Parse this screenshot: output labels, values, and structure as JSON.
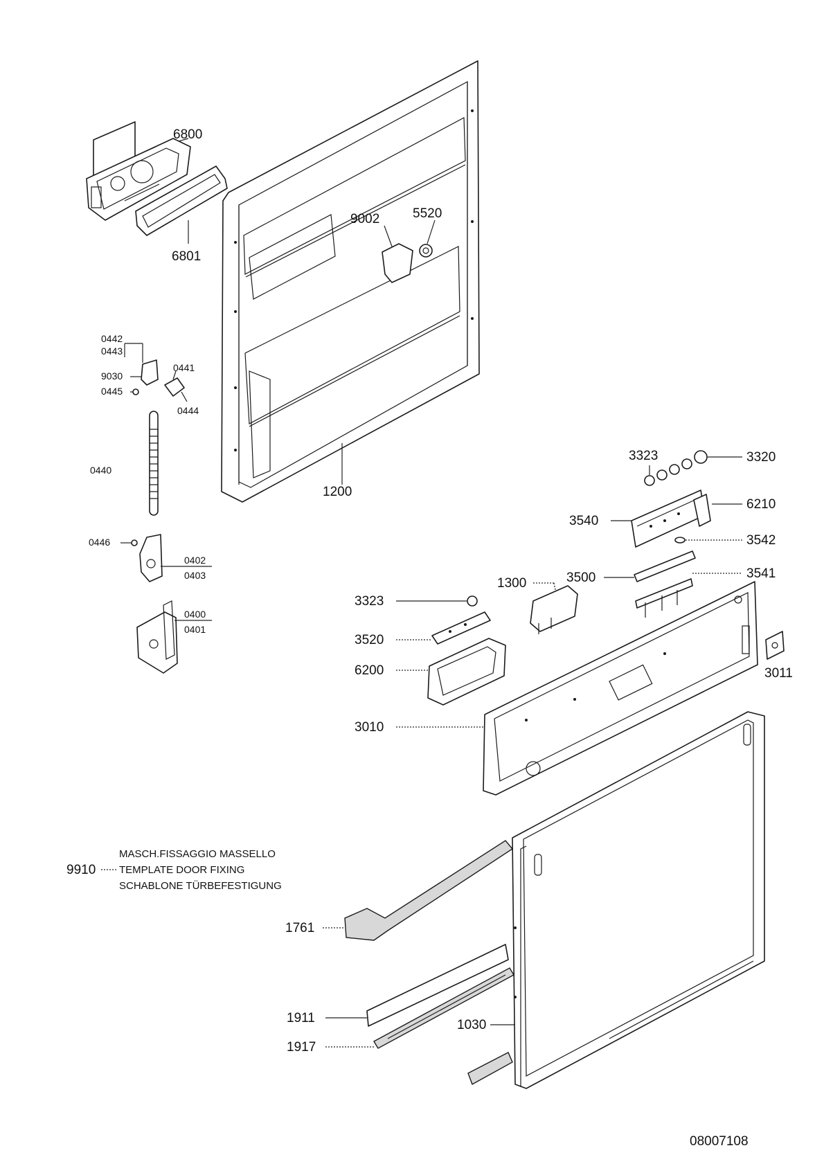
{
  "labels": {
    "p6800": "6800",
    "p6801": "6801",
    "p9002": "9002",
    "p5520": "5520",
    "p1200": "1200",
    "p0442": "0442",
    "p0443": "0443",
    "p9030": "9030",
    "p0441": "0441",
    "p0445": "0445",
    "p0444": "0444",
    "p0440": "0440",
    "p0446": "0446",
    "p0402": "0402",
    "p0403": "0403",
    "p0400": "0400",
    "p0401": "0401",
    "p3323a": "3323",
    "p3320": "3320",
    "p6210": "6210",
    "p3540": "3540",
    "p3542": "3542",
    "p3500": "3500",
    "p3541": "3541",
    "p1300": "1300",
    "p3323b": "3323",
    "p3520": "3520",
    "p6200": "6200",
    "p3011": "3011",
    "p3010": "3010",
    "p9910": "9910",
    "p1761": "1761",
    "p1911": "1911",
    "p1917": "1917",
    "p1030": "1030"
  },
  "note": {
    "line1": "MASCH.FISSAGGIO MASSELLO",
    "line2": "TEMPLATE DOOR FIXING",
    "line3": "SCHABLONE TÜRBEFESTIGUNG"
  },
  "drawing_number": "08007108"
}
